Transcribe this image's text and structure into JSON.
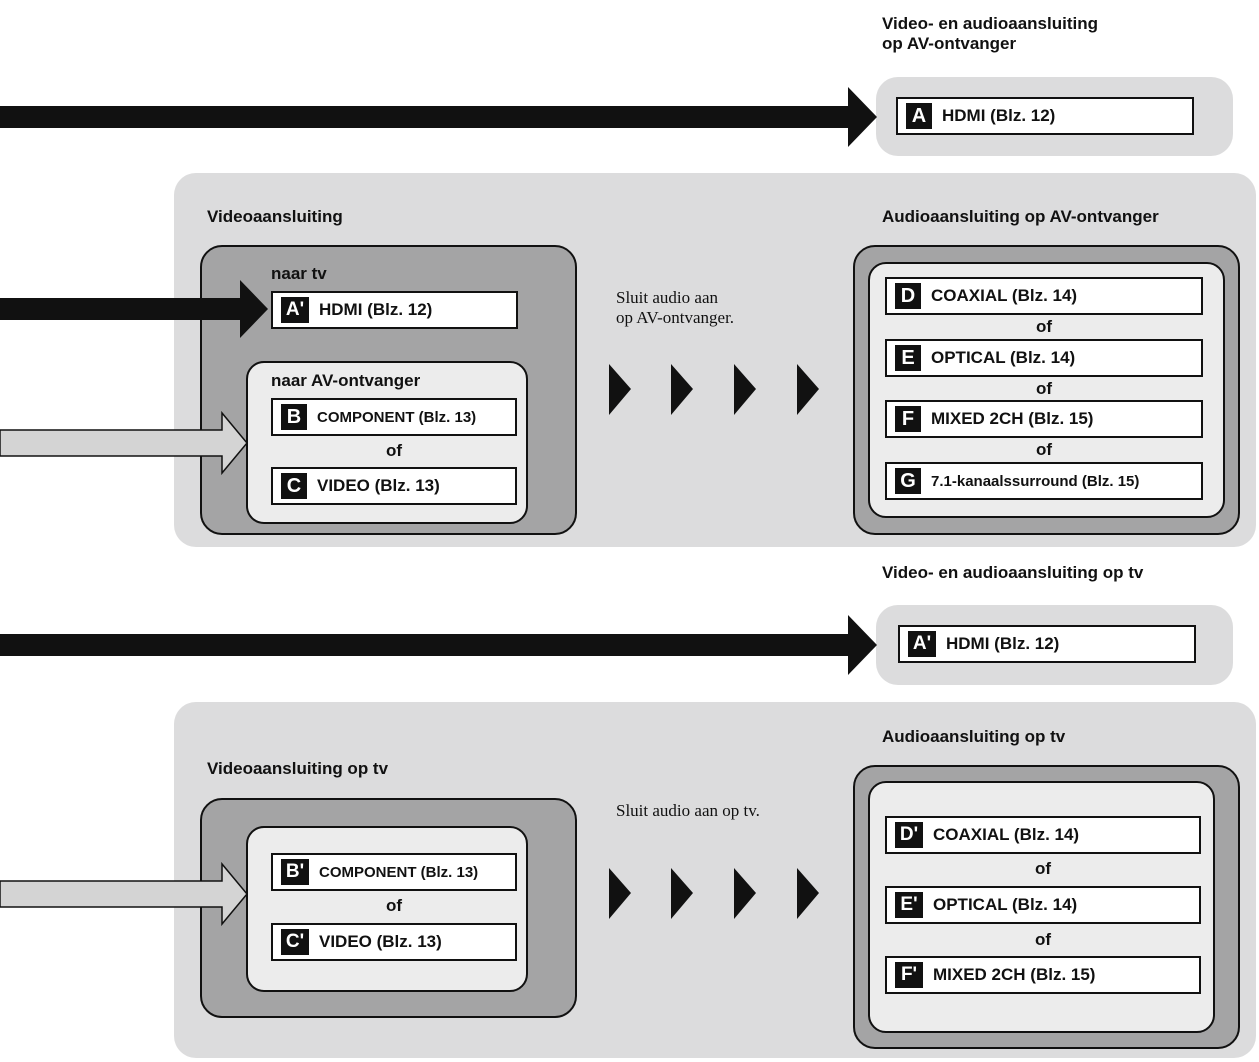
{
  "section1": {
    "heading_line1": "Video- en audioaansluiting",
    "heading_line2": "op AV-ontvanger",
    "item": {
      "badge": "A",
      "label": "HDMI (Blz. 12)"
    }
  },
  "section2": {
    "video_heading": "Videoaansluiting",
    "audio_heading": "Audioaansluiting op AV-ontvanger",
    "to_tv_label": "naar tv",
    "to_tv_item": {
      "badge": "A'",
      "label": "HDMI (Blz. 12)"
    },
    "to_av_label": "naar AV-ontvanger",
    "video_items": [
      {
        "badge": "B",
        "label": "COMPONENT (Blz. 13)"
      },
      {
        "badge": "C",
        "label": "VIDEO (Blz. 13)"
      }
    ],
    "video_or": "of",
    "note_line1": "Sluit audio aan",
    "note_line2": "op AV-ontvanger.",
    "audio_items": [
      {
        "badge": "D",
        "label": "COAXIAL (Blz. 14)"
      },
      {
        "badge": "E",
        "label": "OPTICAL (Blz. 14)"
      },
      {
        "badge": "F",
        "label": "MIXED 2CH (Blz. 15)"
      },
      {
        "badge": "G",
        "label": "7.1-kanaalssurround (Blz. 15)"
      }
    ],
    "audio_or": [
      "of",
      "of",
      "of"
    ]
  },
  "section3": {
    "heading": "Video- en audioaansluiting op tv",
    "item": {
      "badge": "A'",
      "label": "HDMI (Blz. 12)"
    }
  },
  "section4": {
    "video_heading": "Videoaansluiting op tv",
    "audio_heading": "Audioaansluiting op tv",
    "video_items": [
      {
        "badge": "B'",
        "label": "COMPONENT (Blz. 13)"
      },
      {
        "badge": "C'",
        "label": "VIDEO (Blz. 13)"
      }
    ],
    "video_or": "of",
    "note": "Sluit audio aan op tv.",
    "audio_items": [
      {
        "badge": "D'",
        "label": "COAXIAL (Blz. 14)"
      },
      {
        "badge": "E'",
        "label": "OPTICAL (Blz. 14)"
      },
      {
        "badge": "F'",
        "label": "MIXED 2CH (Blz. 15)"
      }
    ],
    "audio_or": [
      "of",
      "of"
    ]
  },
  "colors": {
    "panel_light": "#dcdcdd",
    "panel_dark": "#a4a4a5",
    "panel_inner": "#ececec",
    "ink": "#111111",
    "hollow_arrow": "#d4d4d4"
  }
}
